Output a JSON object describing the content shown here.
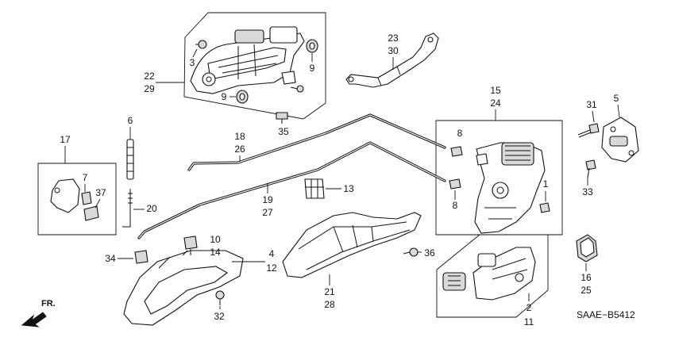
{
  "callouts": {
    "c22": "22",
    "c29": "29",
    "c3": "3",
    "c9a": "9",
    "c9b": "9",
    "c23": "23",
    "c30": "30",
    "c35": "35",
    "c15": "15",
    "c24": "24",
    "c8a": "8",
    "c8b": "8",
    "c1": "1",
    "c31": "31",
    "c5": "5",
    "c33": "33",
    "c6": "6",
    "c17": "17",
    "c7": "7",
    "c37": "37",
    "c20": "20",
    "c18": "18",
    "c26": "26",
    "c19": "19",
    "c27": "27",
    "c13": "13",
    "c10": "10",
    "c14": "14",
    "c4": "4",
    "c12": "12",
    "c34": "34",
    "c32": "32",
    "c21": "21",
    "c28": "28",
    "c36": "36",
    "c2": "2",
    "c11": "11",
    "c16": "16",
    "c25": "25"
  },
  "front_indicator": "FR.",
  "diagram_code": "SAAE−B5412",
  "icons": [
    "front-arrow-icon"
  ]
}
